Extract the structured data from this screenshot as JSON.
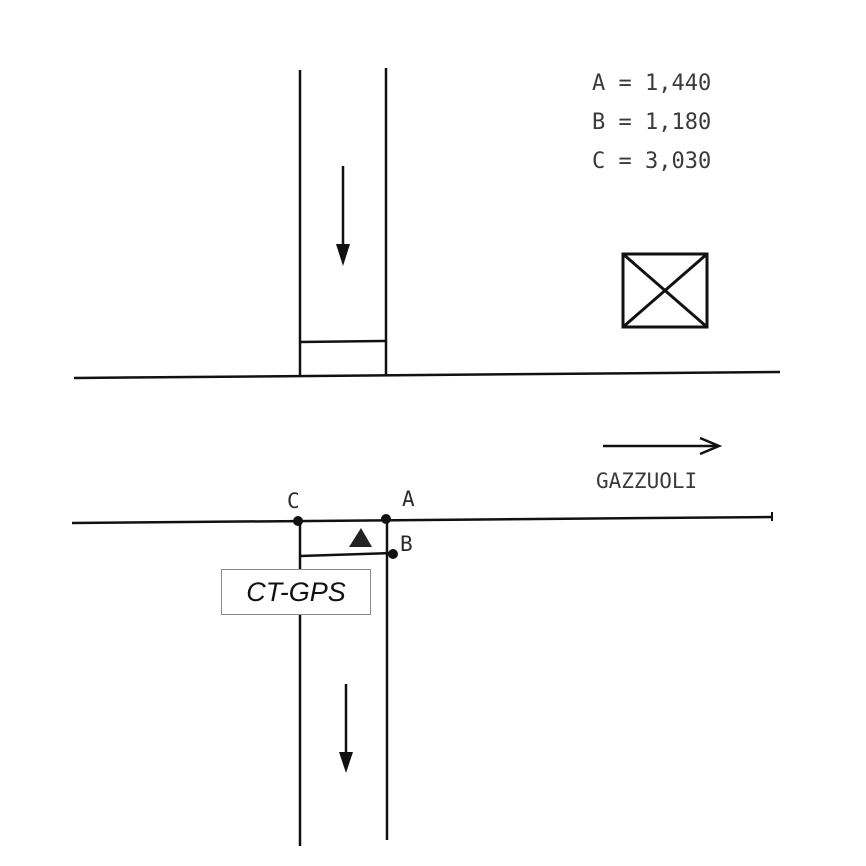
{
  "legend": {
    "lines": [
      "A = 1,440",
      "B = 1,180",
      "C = 3,030"
    ]
  },
  "points": {
    "a": "A",
    "b": "B",
    "c": "C"
  },
  "direction_label": "GAZZUOLI",
  "marker_label": "CT-GPS",
  "icons": {
    "landmark": "crossed-box-icon",
    "traffic_arrow": "down-arrow-icon",
    "direction_arrow": "right-arrow-icon",
    "position_marker": "triangle-marker-icon"
  },
  "colors": {
    "ink": "#111111",
    "text": "#3a3a3a"
  }
}
